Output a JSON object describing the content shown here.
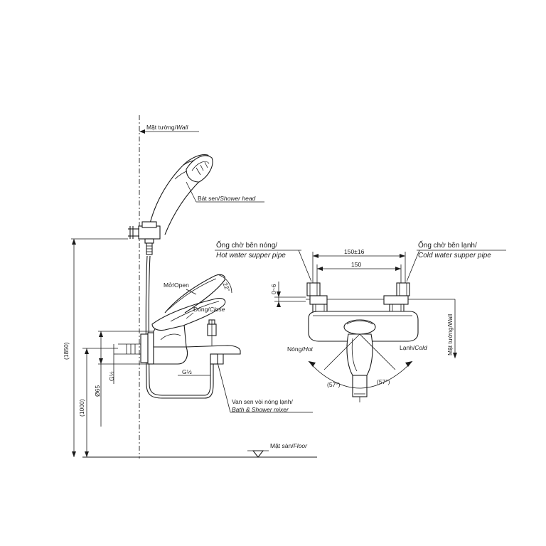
{
  "labels": {
    "wall_vi": "Mặt tường/",
    "wall_en": "Wall",
    "shower_head_vi": "Bát sen/",
    "shower_head_en": "Shower head",
    "open": "Mở/Open",
    "close_vi": "Đóng/",
    "close_en": "Close",
    "hot_pipe_vi": "Ống chờ bên nóng/",
    "hot_pipe_en": "Hot water supper pipe",
    "cold_pipe_vi": "Ống chờ bên lạnh/",
    "cold_pipe_en": "Cold water supper pipe",
    "hot_vi": "Nóng/",
    "hot_en": "Hot",
    "cold_vi": "Lạnh/",
    "cold_en": "Cold",
    "wall_vertical": "Mặt tường/Wall",
    "mixer_vi": "Van sen vòi nóng lạnh/",
    "mixer_en": "Bath & Shower mixer",
    "floor_vi": "Mặt sàn/",
    "floor_en": "Floor"
  },
  "dimensions": {
    "d1850": "(1850)",
    "d1000": "(1000)",
    "d65": "Ø65",
    "g12_left": "G½",
    "g12_mid": "G½",
    "d150_16": "150±16",
    "d150": "150",
    "d0_6": "0~6",
    "angle_22": "22°",
    "angle_57_left": "(57°)",
    "angle_57_right": "(57°)"
  }
}
